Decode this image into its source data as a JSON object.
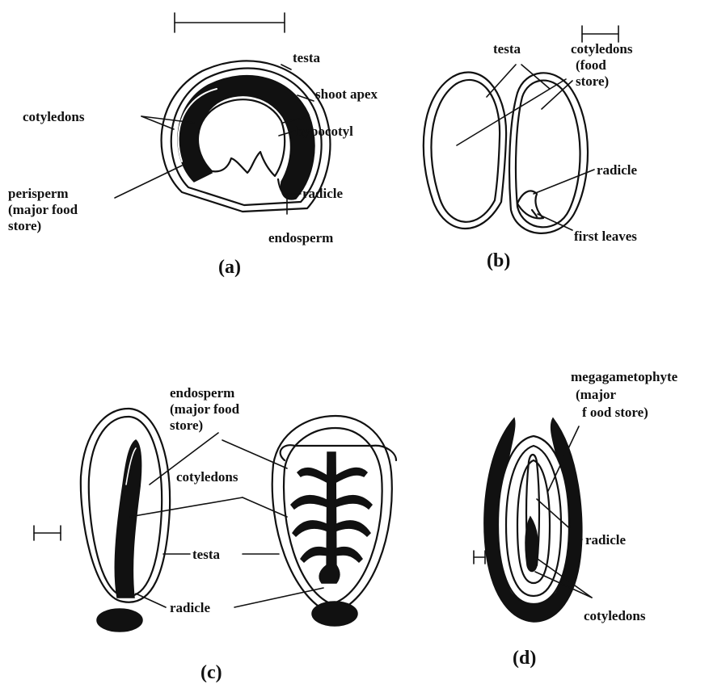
{
  "panels": {
    "a": {
      "caption": "(a)",
      "labels": {
        "testa": "testa",
        "shoot_apex": "shoot apex",
        "cotyledons": "cotyledons",
        "hypocotyl": "hypocotyl",
        "perisperm_1": "perisperm",
        "perisperm_2": "(major food",
        "perisperm_3": "store)",
        "radicle": "radicle",
        "endosperm": "endosperm"
      }
    },
    "b": {
      "caption": "(b)",
      "labels": {
        "testa": "testa",
        "cotyledons_1": "cotyledons",
        "cotyledons_2": "(food",
        "cotyledons_3": "store)",
        "radicle": "radicle",
        "first_leaves": "first leaves"
      }
    },
    "c": {
      "caption": "(c)",
      "labels": {
        "endosperm_1": "endosperm",
        "endosperm_2": "(major food",
        "endosperm_3": "store)",
        "cotyledons": "cotyledons",
        "testa": "testa",
        "radicle": "radicle"
      }
    },
    "d": {
      "caption": "(d)",
      "labels": {
        "megagametophyte_1": "megagametophyte",
        "megagametophyte_2": "(major",
        "megagametophyte_3": "f ood store)",
        "radicle": "radicle",
        "cotyledons": "cotyledons"
      }
    }
  }
}
